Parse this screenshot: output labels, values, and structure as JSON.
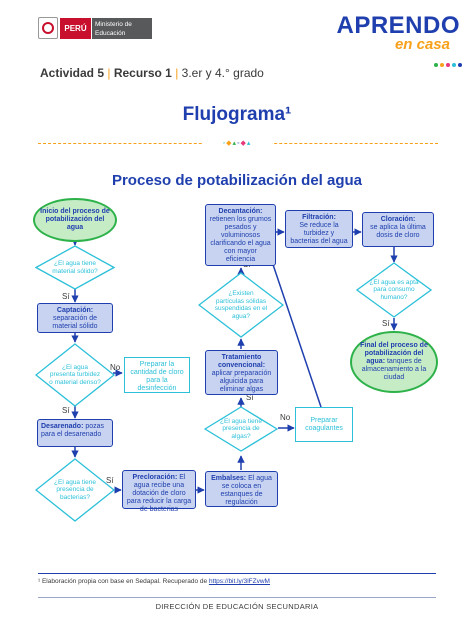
{
  "header": {
    "peru_label": "PERÚ",
    "ministry_label": "Ministerio de Educación",
    "brand_line1": "APRENDO",
    "brand_line2": "en casa"
  },
  "activity": {
    "actividad": "Actividad 5",
    "recurso": "Recurso 1",
    "grado": "3.er y 4.° grado"
  },
  "title": "Flujograma¹",
  "subtitle": "Proceso de potabilización del agua",
  "flow": {
    "inicio": "Inicio del proceso de potabilización del agua",
    "q_material": "¿El agua tiene material sólido?",
    "captacion_title": "Captación:",
    "captacion_text": "separación de material sólido",
    "q_turbidez": "¿El agua presenta turbidez o material denso?",
    "preparar_cloro": "Preparar la cantidad de cloro para la desinfección",
    "desarenado_title": "Desarenado:",
    "desarenado_text": "pozas para el desarenado",
    "q_bacterias": "¿El agua tiene presencia de bacterias?",
    "precloracion_title": "Precloración:",
    "precloracion_text": "El agua recibe una dotación de cloro para reducir la carga de bacterias",
    "embalses_title": "Embalses:",
    "embalses_text": "El agua se coloca en estanques de regulación",
    "q_algas": "¿El agua tiene presencia de algas?",
    "preparar_coagulantes": "Preparar coagulantes",
    "tratamiento_title": "Tratamiento convencional:",
    "tratamiento_text": "aplicar preparación alguicida para eliminar algas",
    "q_particulas": "¿Existen partículas sólidas suspendidas en el agua?",
    "decantacion_title": "Decantación:",
    "decantacion_text": "retienen los grumos pesados y voluminosos clarificando el agua con mayor eficiencia",
    "filtracion_title": "Filtración:",
    "filtracion_text": "Se reduce la turbidez y bacterias del agua",
    "cloracion_title": "Cloración:",
    "cloracion_text": "se aplica la última dosis de cloro",
    "q_apto": "¿El agua es apta para consumo humano?",
    "final_title": "Final del proceso de potabilización del agua:",
    "final_text": "tanques de almacenamiento a la ciudad",
    "si": "Sí",
    "no": "No"
  },
  "footnote": {
    "text": "¹ Elaboración propia con base en Sedapal. Recuperado de",
    "link": "https://bit.ly/3lFZvwM"
  },
  "footer": "DIRECCIÓN DE EDUCACIÓN SECUNDARIA",
  "colors": {
    "blue": "#1f3fae",
    "cyan": "#2cc0d9",
    "green": "#2db24a",
    "orange": "#f7a11b"
  }
}
